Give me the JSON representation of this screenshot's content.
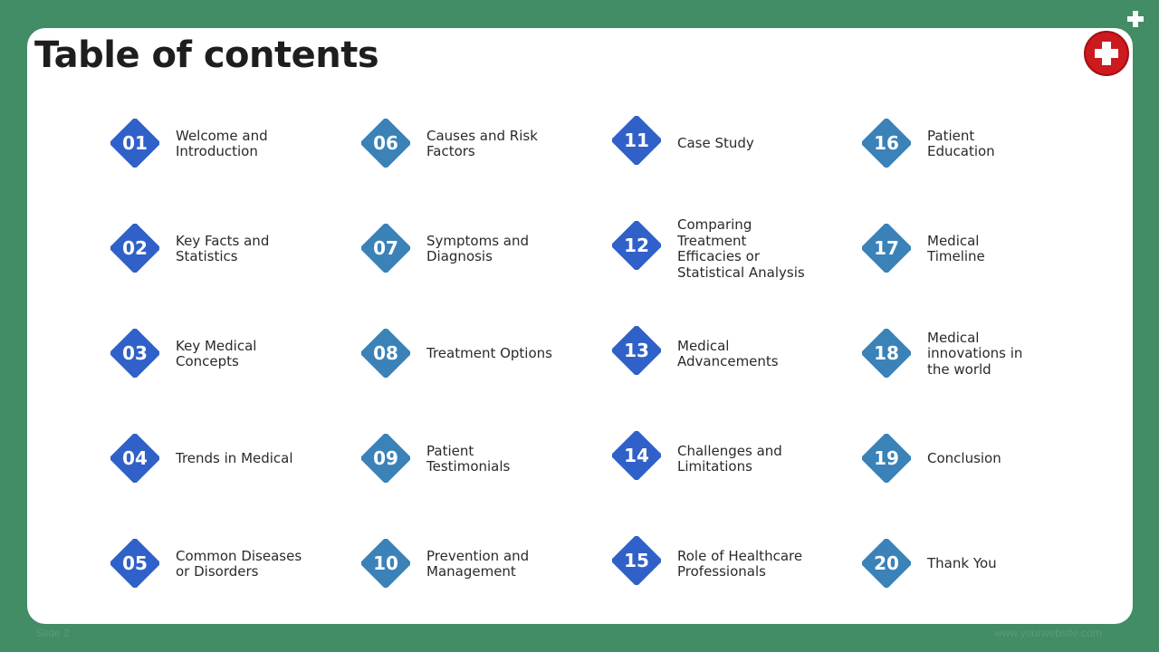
{
  "slide": {
    "title": "Table of contents",
    "footer_left": "Slide 2",
    "footer_right": "www.yourwebsite.com",
    "icons": {
      "corner": "plus-icon",
      "badge": "medical-cross-icon"
    },
    "colors": {
      "background": "#428c66",
      "badge_blue": "#3061c9",
      "badge_teal": "#3a82b8",
      "red": "#cc1a1e"
    }
  },
  "toc": [
    {
      "num": "01",
      "label": "Welcome and\nIntroduction"
    },
    {
      "num": "02",
      "label": "Key Facts and\nStatistics"
    },
    {
      "num": "03",
      "label": "Key Medical\nConcepts"
    },
    {
      "num": "04",
      "label": "Trends in Medical"
    },
    {
      "num": "05",
      "label": "Common Diseases\nor Disorders"
    },
    {
      "num": "06",
      "label": "Causes and Risk\nFactors"
    },
    {
      "num": "07",
      "label": "Symptoms and\nDiagnosis"
    },
    {
      "num": "08",
      "label": "Treatment Options"
    },
    {
      "num": "09",
      "label": "Patient\nTestimonials"
    },
    {
      "num": "10",
      "label": "Prevention and\nManagement"
    },
    {
      "num": "11",
      "label": "Case Study"
    },
    {
      "num": "12",
      "label": "Comparing\nTreatment\nEfficacies or\nStatistical Analysis"
    },
    {
      "num": "13",
      "label": "Medical\nAdvancements"
    },
    {
      "num": "14",
      "label": "Challenges and\nLimitations"
    },
    {
      "num": "15",
      "label": "Role of Healthcare\nProfessionals"
    },
    {
      "num": "16",
      "label": "Patient\nEducation"
    },
    {
      "num": "17",
      "label": "Medical\nTimeline"
    },
    {
      "num": "18",
      "label": "Medical\ninnovations in\nthe world"
    },
    {
      "num": "19",
      "label": "Conclusion"
    },
    {
      "num": "20",
      "label": "Thank You"
    }
  ]
}
